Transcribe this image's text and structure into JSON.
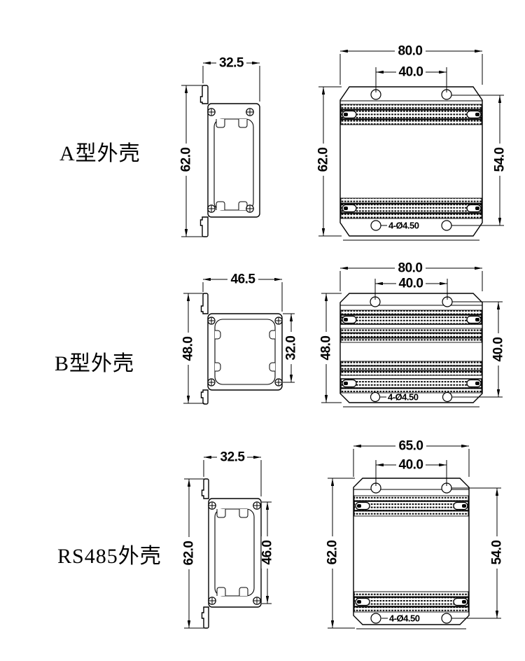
{
  "rows": [
    {
      "label": "A型外壳",
      "side_view": {
        "width": "32.5",
        "height": "62.0"
      },
      "top_view": {
        "width": "80.0",
        "hole_spacing": "40.0",
        "height": "62.0",
        "hole_rows": "54.0",
        "holes": "4-Ø4.50"
      }
    },
    {
      "label": "B型外壳",
      "side_view": {
        "width": "46.5",
        "height": "48.0",
        "inner_height": "32.0"
      },
      "top_view": {
        "width": "80.0",
        "hole_spacing": "40.0",
        "height": "48.0",
        "hole_rows": "40.0",
        "holes": "4-Ø4.50"
      }
    },
    {
      "label": "RS485外壳",
      "side_view": {
        "width": "32.5",
        "height": "62.0",
        "inner_height": "46.0"
      },
      "top_view": {
        "width": "65.0",
        "hole_spacing": "40.0",
        "height": "62.0",
        "hole_rows": "54.0",
        "holes": "4-Ø4.50"
      }
    }
  ],
  "colors": {
    "line": "#000000",
    "background": "#ffffff"
  }
}
